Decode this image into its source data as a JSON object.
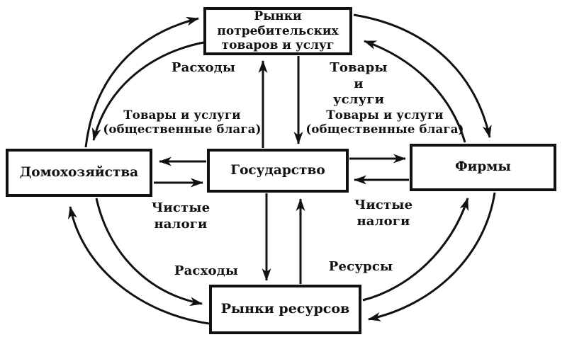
{
  "colors": {
    "ink": "#111111",
    "background": "#ffffff"
  },
  "nodes": {
    "consumer_market": "Рынки потребительских товаров и услуг",
    "households": "Домохозяйства",
    "state": "Государство",
    "firms": "Фирмы",
    "resource_market": "Рынки ресурсов"
  },
  "labels": {
    "expenses_top": "Расходы",
    "goods_services": "Товары и услуги",
    "public_goods_left": "Товары и услуги (общественные блага)",
    "public_goods_right": "Товары и услуги (общественные блага)",
    "net_taxes_left": "Чистые налоги",
    "net_taxes_right": "Чистые налоги",
    "expenses_bottom": "Расходы",
    "resources_bottom": "Ресурсы"
  },
  "flows": [
    {
      "from": "households",
      "to": "consumer_market",
      "label": ""
    },
    {
      "from": "consumer_market",
      "to": "households",
      "label": ""
    },
    {
      "from": "firms",
      "to": "consumer_market",
      "label": ""
    },
    {
      "from": "consumer_market",
      "to": "firms",
      "label": ""
    },
    {
      "from": "households",
      "to": "resource_market",
      "label": ""
    },
    {
      "from": "resource_market",
      "to": "households",
      "label": ""
    },
    {
      "from": "resource_market",
      "to": "firms",
      "label": ""
    },
    {
      "from": "firms",
      "to": "resource_market",
      "label": ""
    },
    {
      "from": "state",
      "to": "consumer_market",
      "label": "Расходы"
    },
    {
      "from": "consumer_market",
      "to": "state",
      "label": "Товары и услуги"
    },
    {
      "from": "state",
      "to": "households",
      "label": "Товары и услуги (общественные блага)"
    },
    {
      "from": "households",
      "to": "state",
      "label": "Чистые налоги"
    },
    {
      "from": "state",
      "to": "firms",
      "label": "Товары и услуги (общественные блага)"
    },
    {
      "from": "firms",
      "to": "state",
      "label": "Чистые налоги"
    },
    {
      "from": "state",
      "to": "resource_market",
      "label": "Расходы"
    },
    {
      "from": "resource_market",
      "to": "state",
      "label": "Ресурсы"
    }
  ]
}
